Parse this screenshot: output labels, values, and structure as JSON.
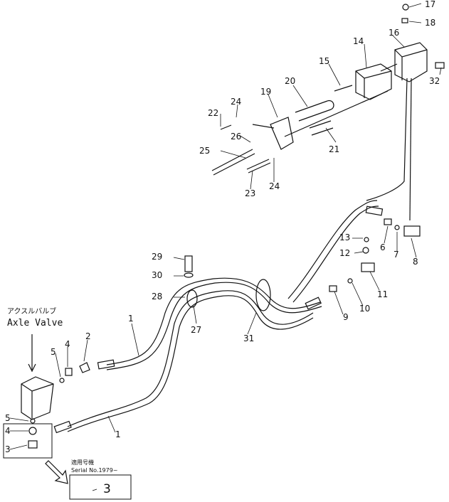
{
  "diagram": {
    "callouts": [
      "17",
      "18",
      "16",
      "14",
      "15",
      "32",
      "20",
      "19",
      "24",
      "22",
      "26",
      "25",
      "21",
      "23",
      "24",
      "13",
      "6",
      "7",
      "8",
      "12",
      "29",
      "30",
      "28",
      "27",
      "31",
      "9",
      "10",
      "11",
      "1",
      "2",
      "4",
      "5",
      "5",
      "4",
      "3",
      "1"
    ],
    "axle_valve": {
      "label_jp": "アクスルバルブ",
      "label_en": "Axle Valve"
    },
    "serial_note": {
      "label_jp": "適用号機",
      "label_en": "Serial No.1979~",
      "part": "3"
    }
  }
}
